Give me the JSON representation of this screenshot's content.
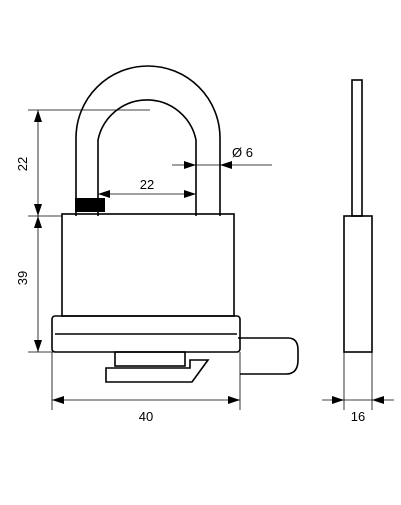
{
  "dimensions": {
    "shackle_height": "22",
    "shackle_inner_width": "22",
    "shackle_diameter": "Ø 6",
    "body_height": "39",
    "body_width": "40",
    "body_thickness": "16"
  },
  "colors": {
    "line": "#000000",
    "background": "#ffffff",
    "shackle_band": "#000000"
  }
}
